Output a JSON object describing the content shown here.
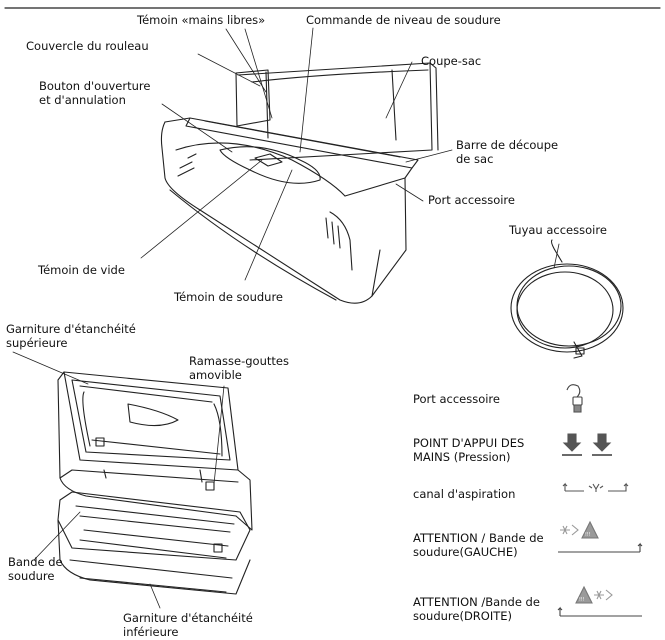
{
  "labels": {
    "temoin_mains_libres": "Témoin «mains libres»",
    "commande_niveau": "Commande de niveau de soudure",
    "couvercle_rouleau": "Couvercle du rouleau",
    "coupe_sac": "Coupe-sac",
    "bouton_ouverture_1": "Bouton d'ouverture",
    "bouton_ouverture_2": "et d'annulation",
    "barre_decoupe_1": "Barre de découpe",
    "barre_decoupe_2": "de sac",
    "port_accessoire_top": "Port accessoire",
    "tuyau_accessoire": "Tuyau accessoire",
    "temoin_vide": "Témoin de vide",
    "temoin_soudure": "Témoin de soudure",
    "garniture_sup_1": "Garniture d'étanchéité",
    "garniture_sup_2": "supérieure",
    "ramasse_1": "Ramasse-gouttes",
    "ramasse_2": "amovible",
    "bande_soudure_1": "Bande de",
    "bande_soudure_2": "soudure",
    "garniture_inf_1": "Garniture d'étanchéité",
    "garniture_inf_2": "inférieure"
  },
  "legend": [
    {
      "id": "port",
      "lines": [
        "Port accessoire"
      ],
      "icon": "accessory-port-icon"
    },
    {
      "id": "appui",
      "lines": [
        "POINT D'APPUI DES",
        "MAINS (Pression)"
      ],
      "icon": "press-arrows-icon"
    },
    {
      "id": "canal",
      "lines": [
        "canal d'aspiration"
      ],
      "icon": "suction-channel-icon"
    },
    {
      "id": "gauche",
      "lines": [
        "ATTENTION / Bande de",
        "soudure(GAUCHE)"
      ],
      "icon": "warning-left-icon"
    },
    {
      "id": "droite",
      "lines": [
        "ATTENTION /Bande de",
        "soudure(DROITE)"
      ],
      "icon": "warning-right-icon"
    }
  ]
}
